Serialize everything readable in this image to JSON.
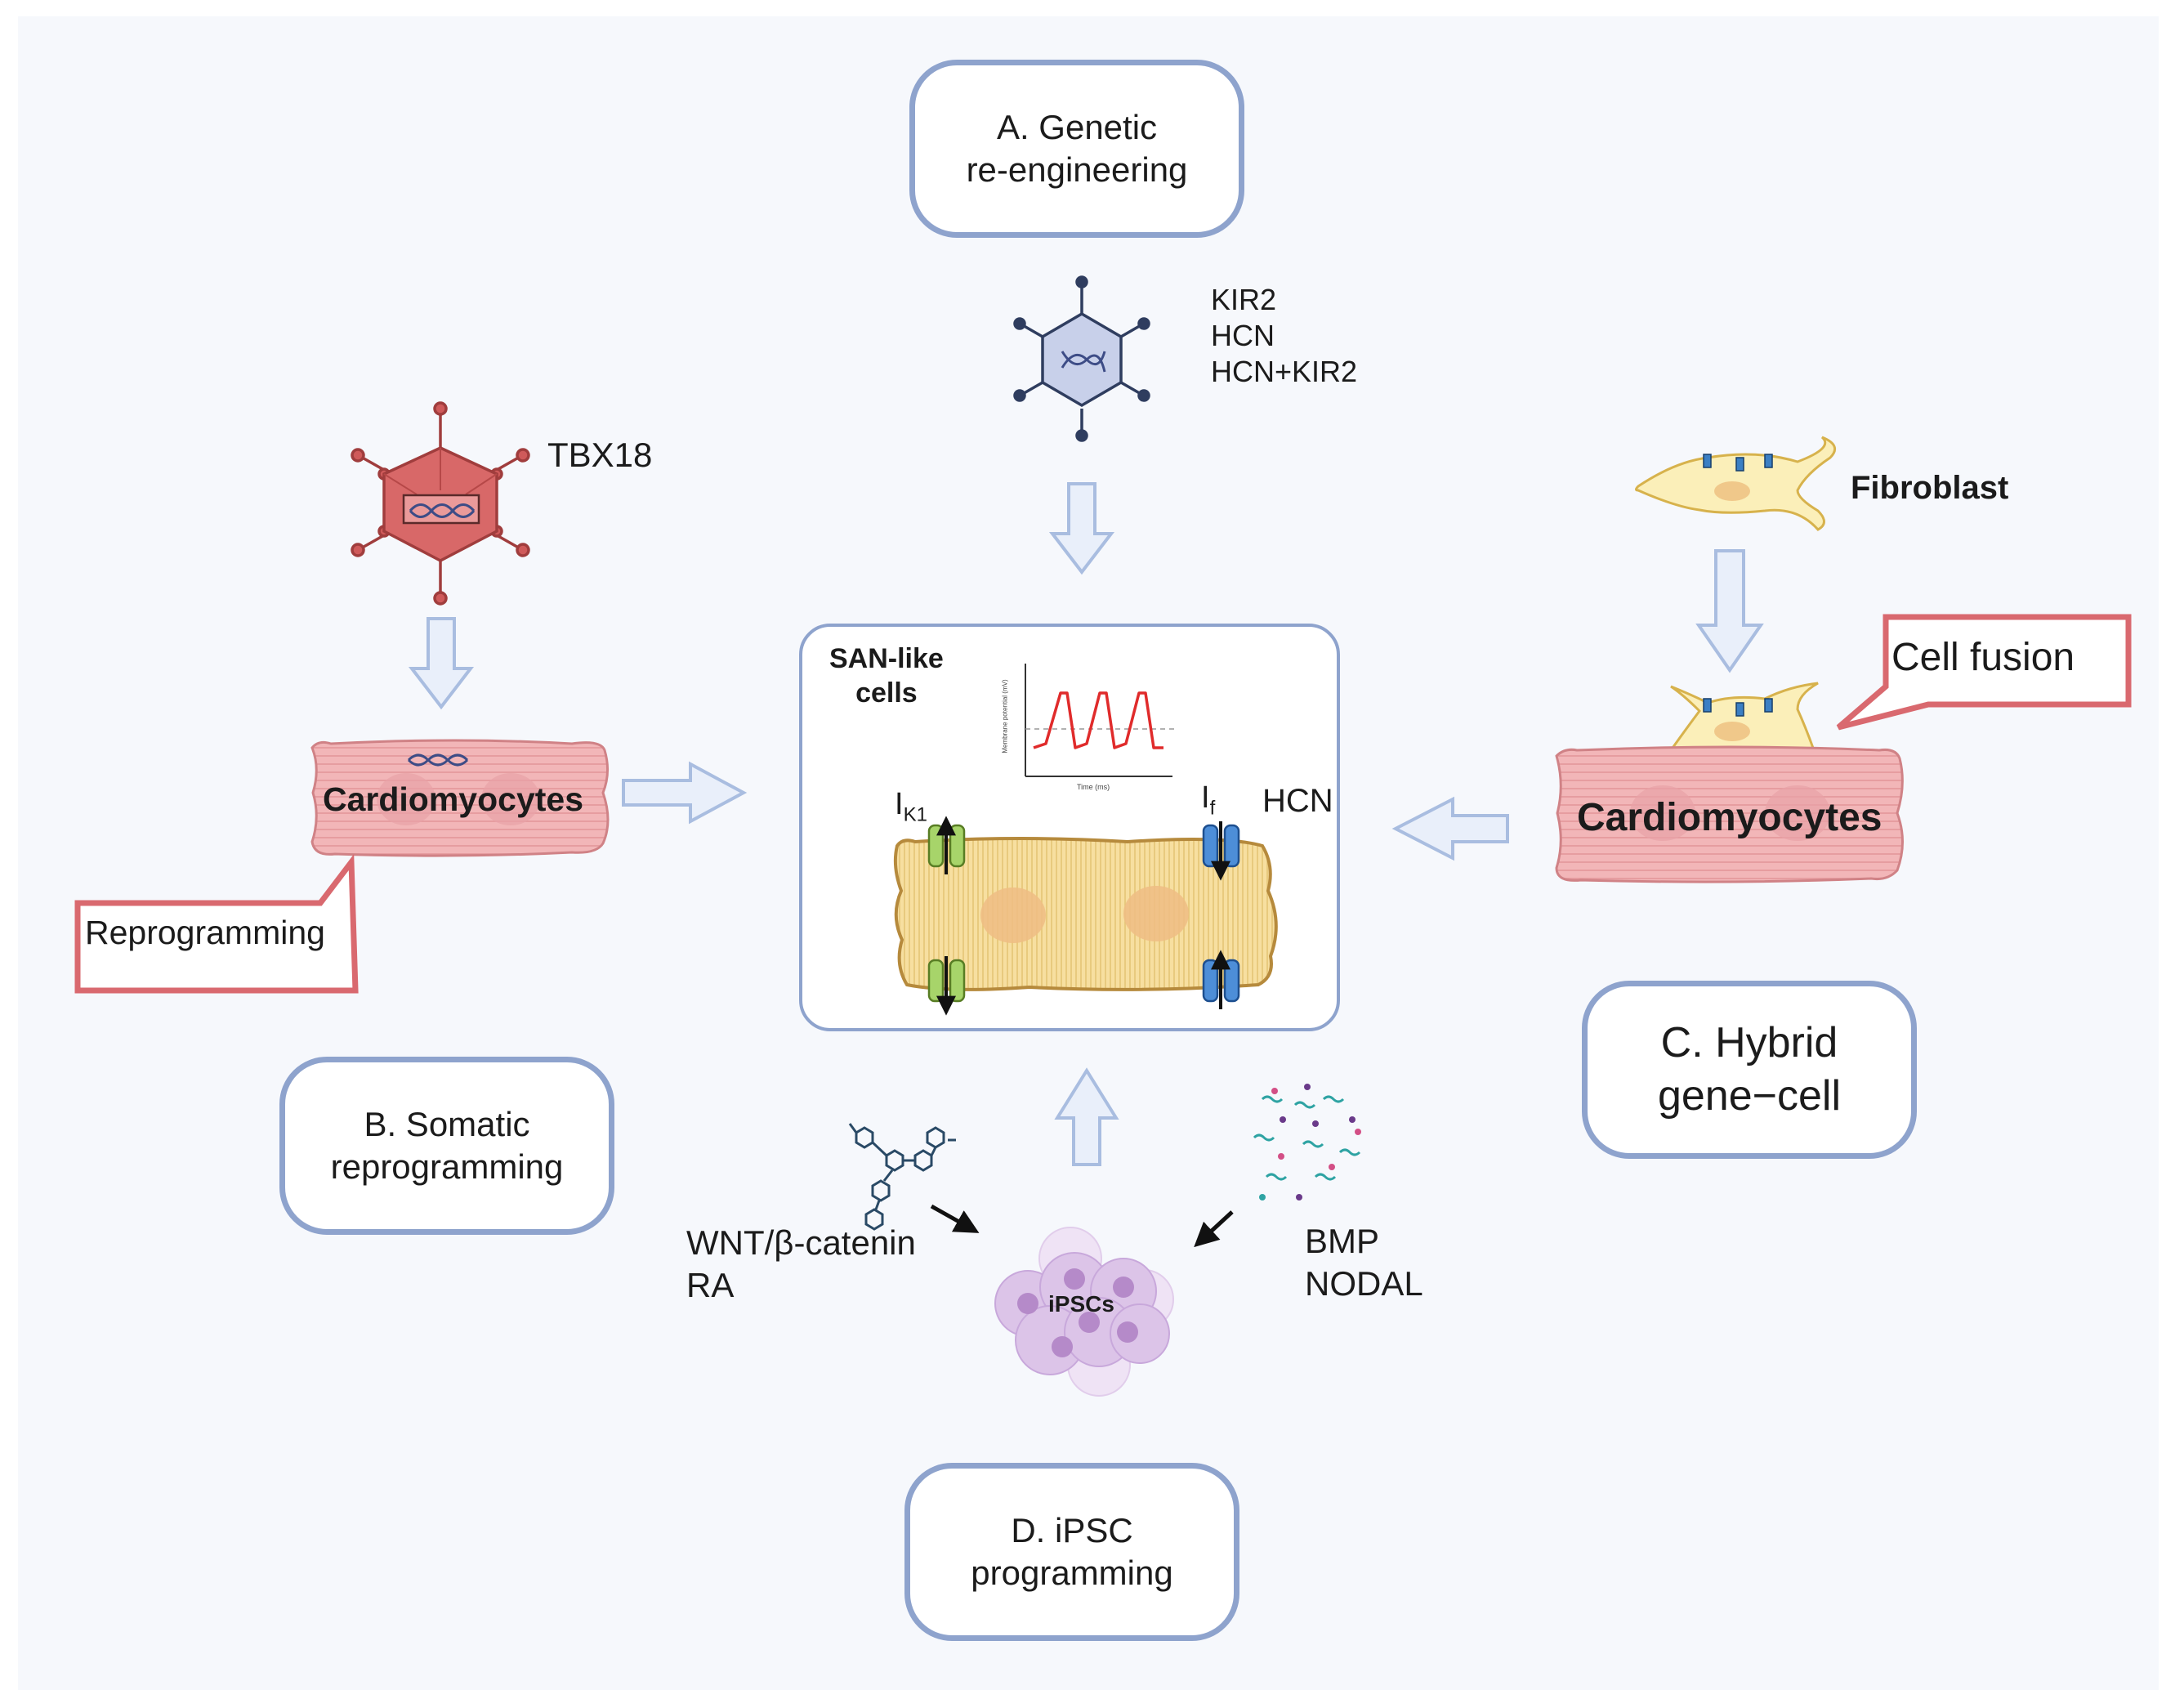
{
  "boxes": {
    "a": {
      "line1": "A. Genetic",
      "line2": "re-engineering"
    },
    "b": {
      "line1": "B. Somatic",
      "line2": "reprogramming"
    },
    "c": {
      "line1": "C. Hybrid",
      "line2": "gene−cell"
    },
    "d": {
      "line1": "D. iPSC",
      "line2": "programming"
    }
  },
  "genetic": {
    "gene1": "KIR2",
    "gene2": "HCN",
    "gene3": "HCN+KIR2"
  },
  "somatic": {
    "gene": "TBX18",
    "cell_label": "Cardiomyocytes",
    "callout": "Reprogramming"
  },
  "hybrid": {
    "fibroblast_label": "Fibroblast",
    "callout": "Cell fusion",
    "cell_label": "Cardiomyocytes"
  },
  "center": {
    "title_line1": "SAN-like",
    "title_line2": "cells",
    "ik1_main": "I",
    "ik1_sub": "K1",
    "if_main": "I",
    "if_sub": "f",
    "hcn_label": "HCN",
    "graph_ylabel": "Membrane potential (mV)",
    "graph_xlabel": "Time (ms)"
  },
  "ipsc": {
    "cluster_label": "iPSCs",
    "left_line1": "WNT/β-catenin",
    "left_line2": "RA",
    "right_line1": "BMP",
    "right_line2": "NODAL"
  },
  "colors": {
    "box_border": "#8ea3cd",
    "arrow_fill": "#e9effa",
    "arrow_stroke": "#a9bde0",
    "callout_border": "#d9696f",
    "virus_red": "#cf5a5a",
    "virus_blue": "#2f3d5f",
    "cardiomyocyte_pink": "#f2b6b8",
    "san_cell_yellow": "#f7dfa0",
    "fibroblast_yellow": "#fbefb9",
    "ap_trace_red": "#e02b2b",
    "ipsc_purple": "#dcc4e8"
  },
  "icons": [
    "adenovirus-red-icon",
    "lentivirus-blue-icon",
    "fibroblast-icon",
    "cardiomyocyte-icon",
    "ion-channel-ik1-icon",
    "ion-channel-hcn-icon",
    "small-molecule-icon",
    "growth-factor-icon",
    "ipsc-cluster-icon"
  ]
}
